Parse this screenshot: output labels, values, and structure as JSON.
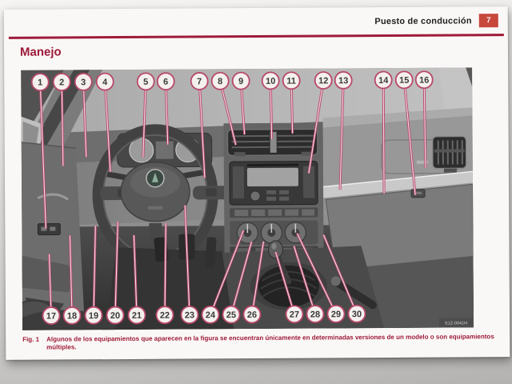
{
  "header": {
    "section_title": "Puesto de conducción",
    "page_number": "7"
  },
  "title": "Manejo",
  "figure": {
    "callouts": [
      "1",
      "2",
      "3",
      "4",
      "5",
      "6",
      "7",
      "8",
      "9",
      "10",
      "11",
      "12",
      "13",
      "14",
      "15",
      "16",
      "17",
      "18",
      "19",
      "20",
      "21",
      "22",
      "23",
      "24",
      "25",
      "26",
      "27",
      "28",
      "29",
      "30"
    ],
    "image_code": "S1Z-0041H"
  },
  "caption": {
    "label": "Fig. 1",
    "text": "Algunos de los equipamientos que aparecen en la figura se encuentran únicamente en determinadas versiones de un modelo o son equipamientos múltiples."
  },
  "colors": {
    "accent": "#9e1b3a",
    "page_number_box": "#c7473b",
    "callout": "#b8486a"
  }
}
